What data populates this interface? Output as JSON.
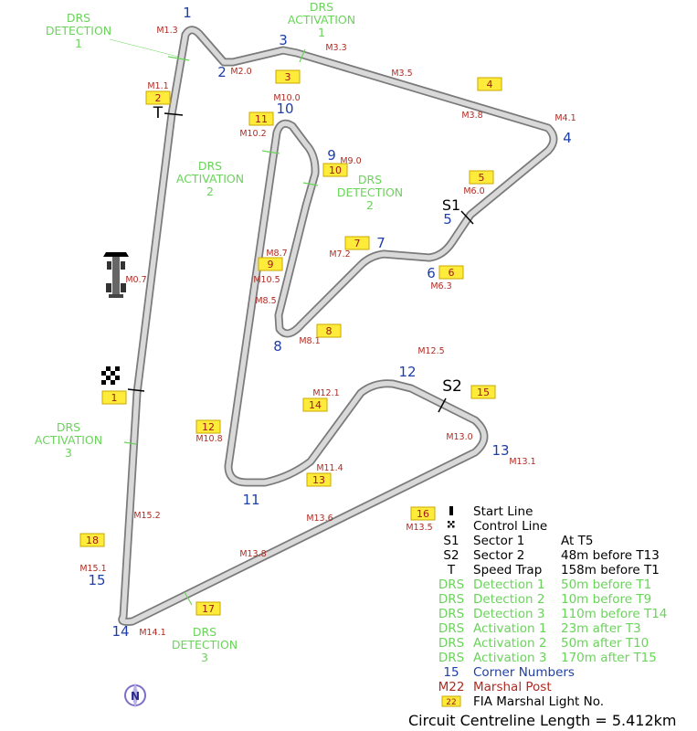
{
  "title": "Bahrain International Circuit",
  "corners": [
    "1",
    "2",
    "3",
    "4",
    "5",
    "6",
    "7",
    "8",
    "9",
    "10",
    "11",
    "12",
    "13",
    "14",
    "15"
  ],
  "marshal_posts": [
    "M1.3",
    "M1.1",
    "M2.0",
    "M3.3",
    "M3.5",
    "M3.8",
    "M4.1",
    "M6.0",
    "M6.3",
    "M7.2",
    "M8.7",
    "M8.5",
    "M8.1",
    "M9.0",
    "M10.0",
    "M10.2",
    "M10.5",
    "M12.5",
    "M12.1",
    "M13.0",
    "M13.1",
    "M11.4",
    "M10.8",
    "M13.6",
    "M13.5",
    "M15.2",
    "M13.8",
    "M15.1",
    "M14.1",
    "M0.7"
  ],
  "marshal_lights": [
    "1",
    "2",
    "3",
    "4",
    "5",
    "6",
    "7",
    "8",
    "9",
    "10",
    "11",
    "12",
    "13",
    "14",
    "15",
    "16",
    "17",
    "18"
  ],
  "drs_labels": [
    [
      "DRS",
      "DETECTION",
      "1"
    ],
    [
      "DRS",
      "ACTIVATION",
      "1"
    ],
    [
      "DRS",
      "ACTIVATION",
      "2"
    ],
    [
      "DRS",
      "DETECTION",
      "2"
    ],
    [
      "DRS",
      "ACTIVATION",
      "3"
    ],
    [
      "DRS",
      "DETECTION",
      "3"
    ]
  ],
  "markers": {
    "sector1": "S1",
    "sector2": "S2",
    "speed_trap": "T"
  },
  "legend": [
    {
      "symbol": "start-line",
      "label": "Start Line",
      "value": "",
      "color": "#000000"
    },
    {
      "symbol": "control-line",
      "label": "Control Line",
      "value": "",
      "color": "#000000"
    },
    {
      "symbol": "S1",
      "label": "Sector 1",
      "value": "At T5",
      "color": "#000000"
    },
    {
      "symbol": "S2",
      "label": "Sector 2",
      "value": "48m before T13",
      "color": "#000000"
    },
    {
      "symbol": "T",
      "label": "Speed Trap",
      "value": "158m before T1",
      "color": "#000000"
    },
    {
      "symbol": "DRS",
      "label": "Detection 1",
      "value": "50m before T1",
      "color": "#6ad45a"
    },
    {
      "symbol": "DRS",
      "label": "Detection 2",
      "value": "10m before T9",
      "color": "#6ad45a"
    },
    {
      "symbol": "DRS",
      "label": "Detection 3",
      "value": "110m before T14",
      "color": "#6ad45a"
    },
    {
      "symbol": "DRS",
      "label": "Activation 1",
      "value": "23m after T3",
      "color": "#6ad45a"
    },
    {
      "symbol": "DRS",
      "label": "Activation 2",
      "value": "50m after T10",
      "color": "#6ad45a"
    },
    {
      "symbol": "DRS",
      "label": "Activation 3",
      "value": "170m after T15",
      "color": "#6ad45a"
    },
    {
      "symbol": "15",
      "label": "Corner Numbers",
      "value": "",
      "color": "#1e3fa8"
    },
    {
      "symbol": "M22",
      "label": "Marshal Post",
      "value": "",
      "color": "#b02a22"
    },
    {
      "symbol": "22",
      "label": "FIA Marshal Light No.",
      "value": "",
      "color": "#000000"
    }
  ],
  "length_text": "Circuit Centreline Length = 5.412km",
  "compass": "N"
}
